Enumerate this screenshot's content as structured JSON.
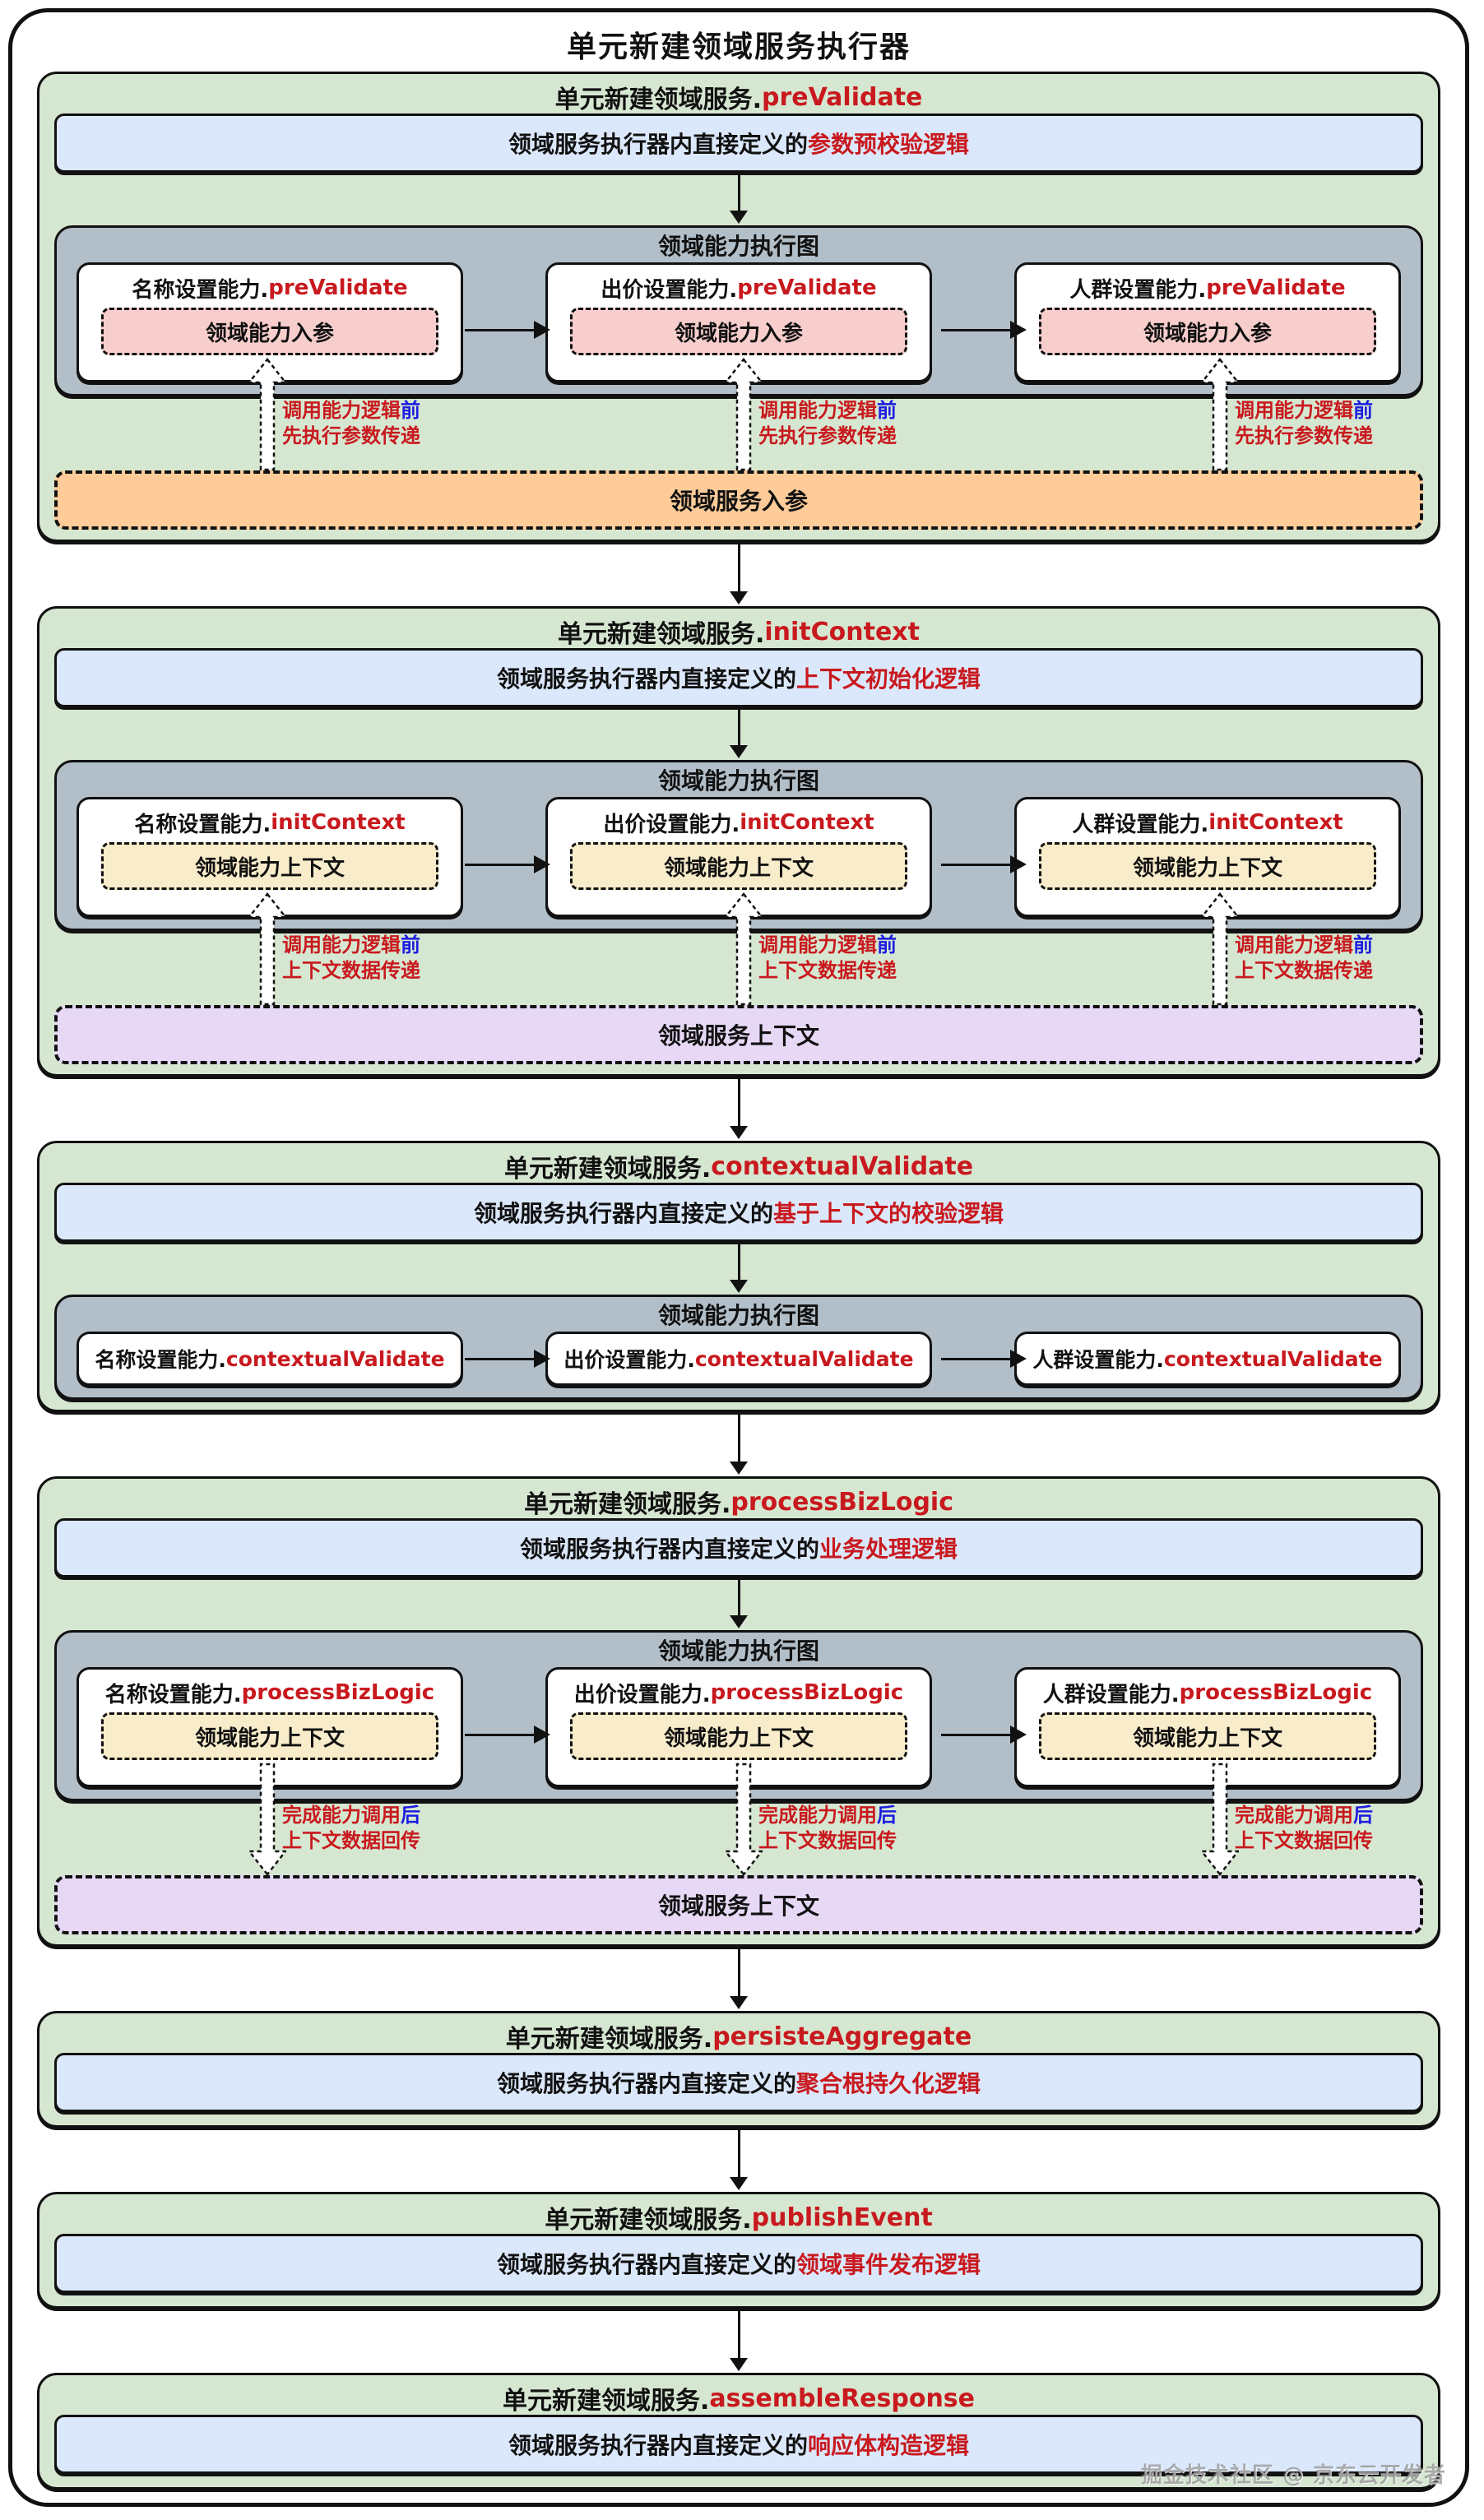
{
  "page_title": "单元新建领域服务执行器",
  "watermark": "掘金技术社区 @ 京东云开发者",
  "colors": {
    "section_green": "#d6e7d1",
    "logic_blue": "#dbe8fb",
    "graph_gray": "#b2bfc9",
    "inner_pink": "#f8cecc",
    "inner_cream": "#f9ecca",
    "bar_orange": "#ffcc99",
    "bar_purple": "#e7d9f6",
    "highlight_red": "#c8191e",
    "highlight_blue": "#1c1ce0"
  },
  "stages": [
    {
      "title_black": "单元新建领域服务.",
      "title_red": "preValidate",
      "logic_black": "领域服务执行器内直接定义的",
      "logic_red": "参数预校验逻辑",
      "graph_title": "领域能力执行图",
      "capabilities": [
        {
          "black": "名称设置能力.",
          "red": "preValidate",
          "inner": "领域能力入参"
        },
        {
          "black": "出价设置能力.",
          "red": "preValidate",
          "inner": "领域能力入参"
        },
        {
          "black": "人群设置能力.",
          "red": "preValidate",
          "inner": "领域能力入参"
        }
      ],
      "flow": {
        "direction": "up",
        "line1_red": "调用能力逻辑",
        "line1_blue": "前",
        "line2": "先执行参数传递"
      },
      "bar": "领域服务入参"
    },
    {
      "title_black": "单元新建领域服务.",
      "title_red": "initContext",
      "logic_black": "领域服务执行器内直接定义的",
      "logic_red": "上下文初始化逻辑",
      "graph_title": "领域能力执行图",
      "capabilities": [
        {
          "black": "名称设置能力.",
          "red": "initContext",
          "inner": "领域能力上下文"
        },
        {
          "black": "出价设置能力.",
          "red": "initContext",
          "inner": "领域能力上下文"
        },
        {
          "black": "人群设置能力.",
          "red": "initContext",
          "inner": "领域能力上下文"
        }
      ],
      "flow": {
        "direction": "up",
        "line1_red": "调用能力逻辑",
        "line1_blue": "前",
        "line2": "上下文数据传递"
      },
      "bar": "领域服务上下文"
    },
    {
      "title_black": "单元新建领域服务.",
      "title_red": "contextualValidate",
      "logic_black": "领域服务执行器内直接定义的",
      "logic_red": "基于上下文的校验逻辑",
      "graph_title": "领域能力执行图",
      "capabilities": [
        {
          "black": "名称设置能力.",
          "red": "contextualValidate"
        },
        {
          "black": "出价设置能力.",
          "red": "contextualValidate"
        },
        {
          "black": "人群设置能力.",
          "red": "contextualValidate"
        }
      ]
    },
    {
      "title_black": "单元新建领域服务.",
      "title_red": "processBizLogic",
      "logic_black": "领域服务执行器内直接定义的",
      "logic_red": "业务处理逻辑",
      "graph_title": "领域能力执行图",
      "capabilities": [
        {
          "black": "名称设置能力.",
          "red": "processBizLogic",
          "inner": "领域能力上下文"
        },
        {
          "black": "出价设置能力.",
          "red": "processBizLogic",
          "inner": "领域能力上下文"
        },
        {
          "black": "人群设置能力.",
          "red": "processBizLogic",
          "inner": "领域能力上下文"
        }
      ],
      "flow": {
        "direction": "down",
        "line1_red": "完成能力调用",
        "line1_blue": "后",
        "line2": "上下文数据回传"
      },
      "bar": "领域服务上下文"
    },
    {
      "title_black": "单元新建领域服务.",
      "title_red": "persisteAggregate",
      "logic_black": "领域服务执行器内直接定义的",
      "logic_red": "聚合根持久化逻辑"
    },
    {
      "title_black": "单元新建领域服务.",
      "title_red": "publishEvent",
      "logic_black": "领域服务执行器内直接定义的",
      "logic_red": "领域事件发布逻辑"
    },
    {
      "title_black": "单元新建领域服务.",
      "title_red": "assembleResponse",
      "logic_black": "领域服务执行器内直接定义的",
      "logic_red": "响应体构造逻辑"
    }
  ]
}
